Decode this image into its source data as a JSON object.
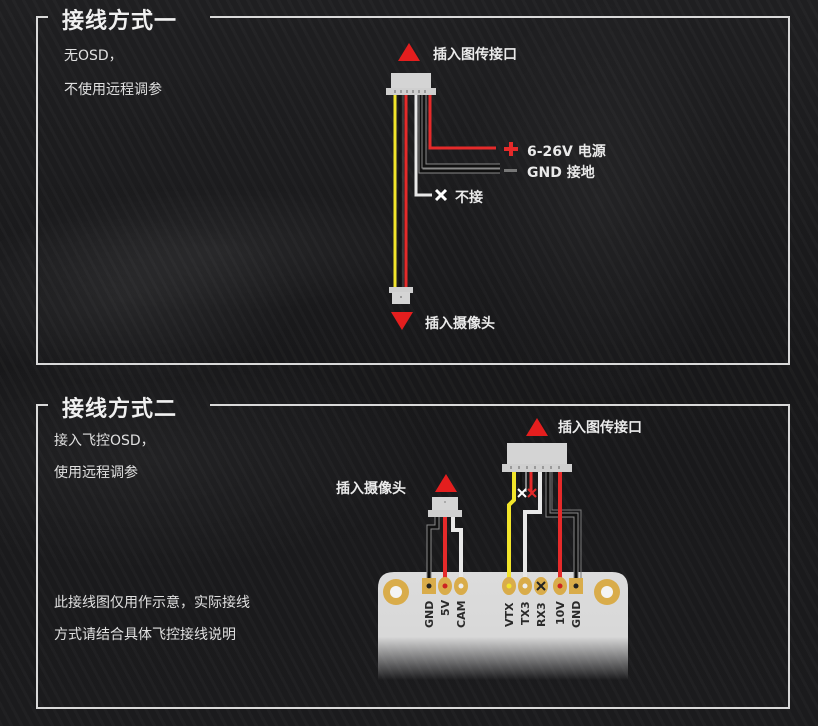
{
  "section1": {
    "title": "接线方式一",
    "desc_line1": "无OSD，",
    "desc_line2": "不使用远程调参",
    "vtx_port_label": "插入图传接口",
    "camera_label": "插入摄像头",
    "power_label": "6-26V 电源",
    "gnd_label": "GND 接地",
    "nc_label": "不接",
    "plus_symbol": "+",
    "minus_symbol": "−",
    "x_symbol": "×"
  },
  "section2": {
    "title": "接线方式二",
    "desc_line1": "接入飞控OSD，",
    "desc_line2": "使用远程调参",
    "vtx_port_label": "插入图传接口",
    "camera_label": "插入摄像头",
    "note_line1": "此接线图仅用作示意，实际接线",
    "note_line2": "方式请结合具体飞控接线说明",
    "pins": [
      "GND",
      "5V",
      "CAM",
      "VTX",
      "TX3",
      "RX3",
      "10V",
      "GND"
    ]
  },
  "colors": {
    "arrow_red": "#e41e1e",
    "wire_red": "#e52a2a",
    "wire_yellow": "#f2e52a",
    "wire_white": "#e8e8e8",
    "wire_black": "#111111",
    "pad_gold": "#d9ac4a",
    "border": "#d9d9d9"
  }
}
